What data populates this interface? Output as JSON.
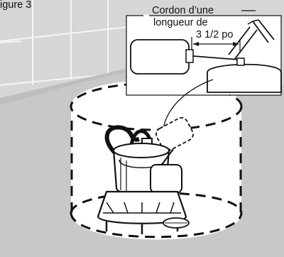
{
  "fragment": "igure 3",
  "callout": {
    "line1": "Cordon d’une",
    "line2": "longueur de",
    "line3": "3 1/2 po"
  }
}
